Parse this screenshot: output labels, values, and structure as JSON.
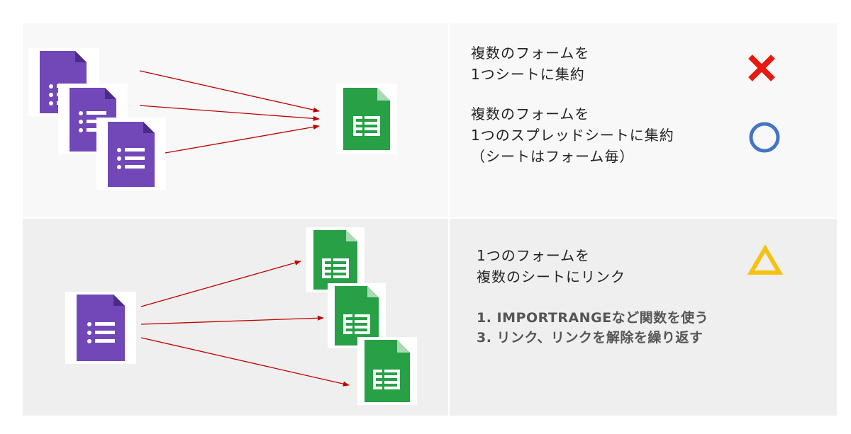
{
  "top": {
    "text_line1": "複数のフォームを",
    "text_line2": "1つシートに集約",
    "mark": "cross-mark",
    "option2_line1": "複数のフォームを",
    "option2_line2": "1つのスプレッドシートに集約",
    "option2_line3": "（シートはフォーム毎）",
    "option2_mark": "circle-mark"
  },
  "bottom": {
    "text_line1": "1つのフォームを",
    "text_line2": "複数のシートにリンク",
    "mark": "triangle-mark",
    "step1": "1. IMPORTRANGEなど関数を使う",
    "step2": "3. リンク、リンクを解除を繰り返す"
  },
  "icons": {
    "form_icon": "google-forms-icon",
    "sheet_icon": "google-sheets-icon"
  },
  "colors": {
    "forms_purple": "#7248b9",
    "sheets_green": "#27a046",
    "arrow_red": "#c00000",
    "cross_red": "#e8190f",
    "circle_blue": "#4474c4",
    "triangle_yellow": "#f5c211"
  }
}
